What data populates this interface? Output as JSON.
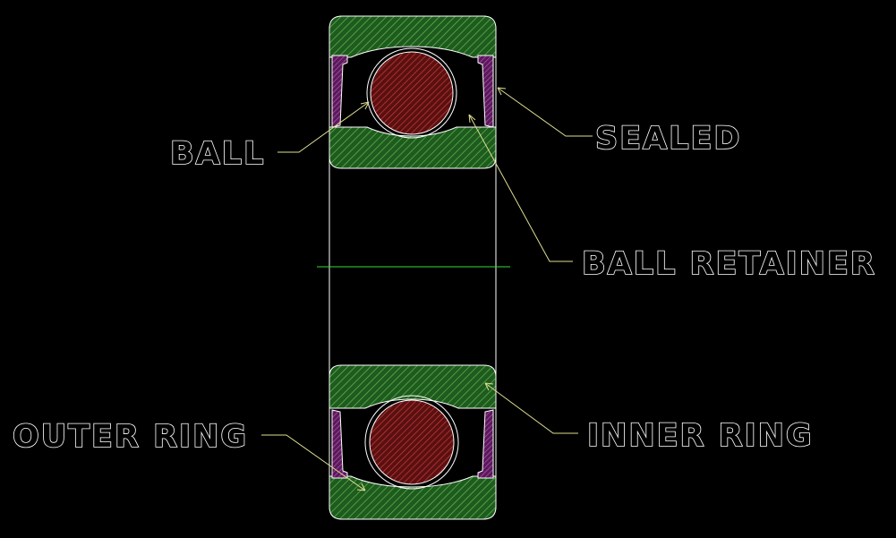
{
  "diagram": {
    "labels": {
      "ball": "BALL",
      "sealed": "SEALED",
      "ball_retainer": "BALL RETAINER",
      "outer_ring": "OUTER RING",
      "inner_ring": "INNER RING"
    },
    "colors": {
      "background": "#000000",
      "ring_fill": "#1f5a1f",
      "ring_hatch": "#5fbf4f",
      "ball_fill": "#5a1010",
      "ball_hatch": "#d04040",
      "seal_fill": "#5a1a5a",
      "seal_hatch": "#c060c0",
      "outline": "#ffffff",
      "leader": "#dede90",
      "centerline": "#33dd33"
    }
  }
}
